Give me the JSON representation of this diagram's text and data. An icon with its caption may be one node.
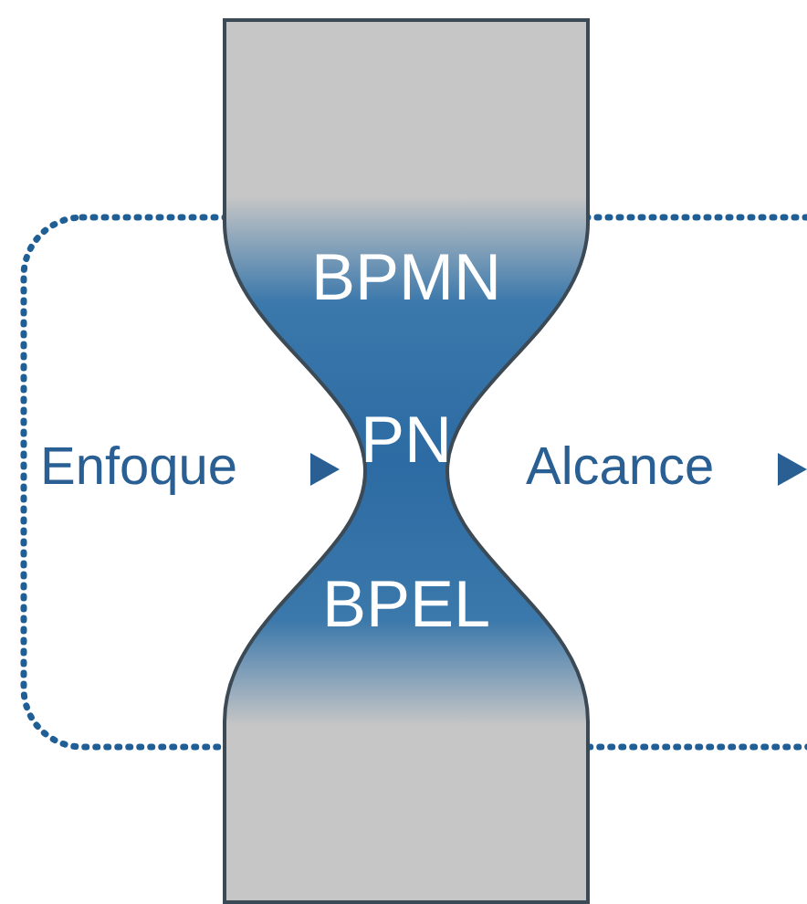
{
  "diagram": {
    "nodes": [
      {
        "text": [
          "BPMN",
          "PN",
          "BPEL"
        ]
      }
    ],
    "edges": [],
    "labels": [
      "Enfoque",
      "Alcance"
    ]
  }
}
